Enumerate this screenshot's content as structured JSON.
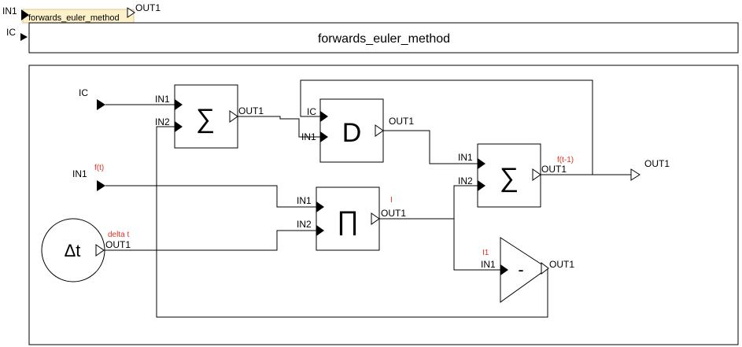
{
  "header": {
    "block_name": "forwards_euler_method",
    "in_port": "IN1",
    "ic_port": "IC",
    "out_port": "OUT1",
    "title": "forwards_euler_method"
  },
  "inports": {
    "ic": "IC",
    "in1": "IN1",
    "in1_signal": "f(t)"
  },
  "delta": {
    "symbol": "Δt",
    "out": "OUT1",
    "signal": "delta t"
  },
  "sum1": {
    "symbol": "∑",
    "in1": "IN1",
    "in2": "IN2",
    "out": "OUT1"
  },
  "delay": {
    "symbol": "D",
    "ic": "IC",
    "in1": "IN1",
    "out": "OUT1"
  },
  "product": {
    "symbol": "∏",
    "in1": "IN1",
    "in2": "IN2",
    "out": "OUT1",
    "signal": "I"
  },
  "sum2": {
    "symbol": "∑",
    "in1": "IN1",
    "in2": "IN2",
    "out": "OUT1",
    "signal": "f(t-1)"
  },
  "negate": {
    "symbol": "-",
    "in1": "IN1",
    "out": "OUT1",
    "signal": "I1"
  },
  "outport": {
    "label": "OUT1"
  },
  "colors": {
    "block_fill": "#fdf1c9",
    "signal_label": "#e03020"
  }
}
